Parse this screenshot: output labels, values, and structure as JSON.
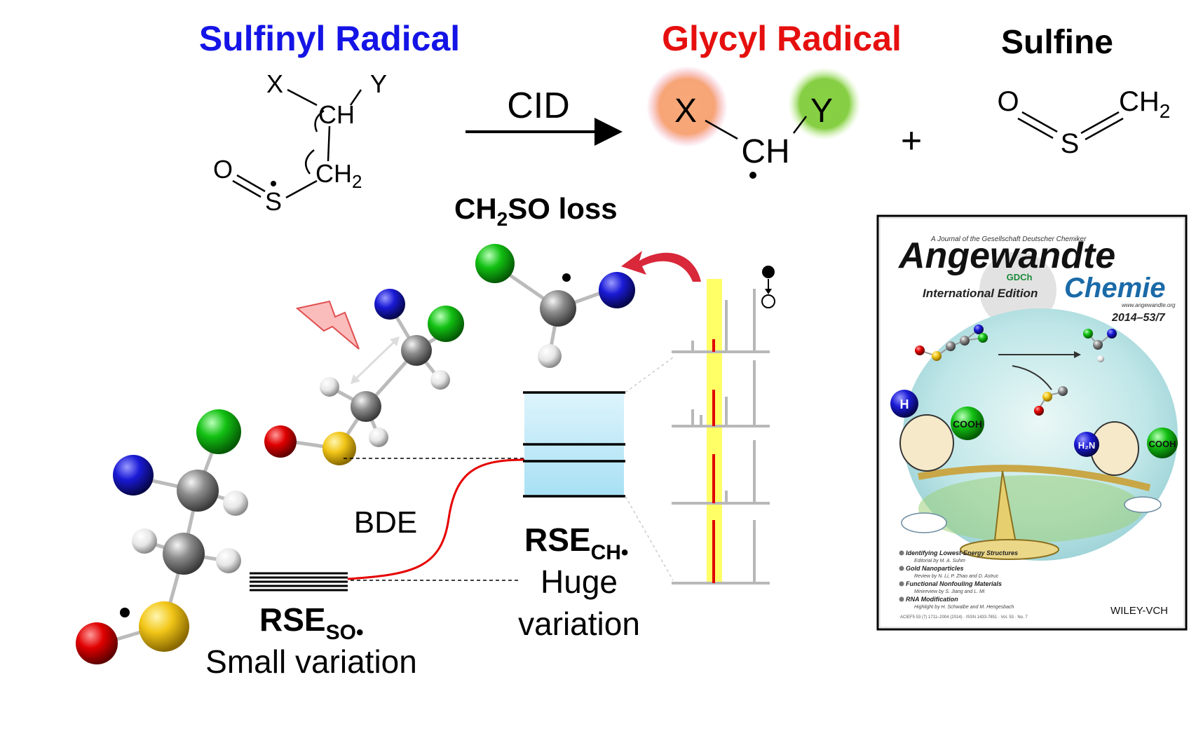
{
  "colors": {
    "sulfinyl_title": "#1414e6",
    "glycyl_title": "#e60f0f",
    "sulfine_title": "#000000",
    "oxygen": "#e00000",
    "sulfur": "#f2c618",
    "carbon": "#8c8c8c",
    "hydrogen": "#f0f0f0",
    "X_group": "#1a1ad6",
    "Y_group": "#12c012",
    "orbital_bar": "#c8ecf8",
    "highlight_band": "#ffff66",
    "energy_curve": "#e60000",
    "red_arrow": "#d8283a"
  },
  "titles": {
    "sulfinyl": "Sulfinyl Radical",
    "glycyl": "Glycyl Radical",
    "sulfine": "Sulfine"
  },
  "reaction": {
    "reactant": {
      "X": "X",
      "Y": "Y",
      "CH": "CH",
      "CH2": "CH",
      "CH2_sub": "2",
      "O": "O",
      "S": "S"
    },
    "arrow_label": "CID",
    "product": {
      "X": "X",
      "Y": "Y",
      "CH": "CH"
    },
    "plus": "+",
    "sulfine": {
      "O": "O",
      "S": "S",
      "CH2": "CH",
      "CH2_sub": "2"
    }
  },
  "loss_label": {
    "pre": "CH",
    "sub": "2",
    "post": "SO loss"
  },
  "energy": {
    "bde": "BDE",
    "rse_ch": {
      "main": "RSE",
      "sub": "CH•"
    },
    "rse_ch_desc1": "Huge",
    "rse_ch_desc2": "variation",
    "rse_so": {
      "main": "RSE",
      "sub": "SO•"
    },
    "rse_so_desc": "Small variation"
  },
  "cover": {
    "journal_tagline": "A Journal of the Gesellschaft Deutscher Chemiker",
    "title1": "Angewandte",
    "gdch": "GDCh",
    "title2": "Chemie",
    "edition": "International Edition",
    "url": "www.angewandte.org",
    "issue": "2014–53/7",
    "cartoon_labels": [
      "H",
      "COOH",
      "H₂N",
      "COOH"
    ],
    "toc": [
      {
        "title": "Identifying Lowest-Energy Structures",
        "by": "Editorial by M. A. Suhm"
      },
      {
        "title": "Gold Nanoparticles",
        "by": "Review by N. Li, P. Zhao and D. Astruc"
      },
      {
        "title": "Functional Nonfouling Materials",
        "by": "Minireview by S. Jiang and L. Mi"
      },
      {
        "title": "RNA Modification",
        "by": "Highlight by H. Schwalbe and M. Hengesbach"
      }
    ],
    "footer": "ACIEF5 53 (7) 1711–2004 (2014) · ISSN 1433-7851 · Vol. 53 · No. 7",
    "publisher": "WILEY-VCH"
  }
}
